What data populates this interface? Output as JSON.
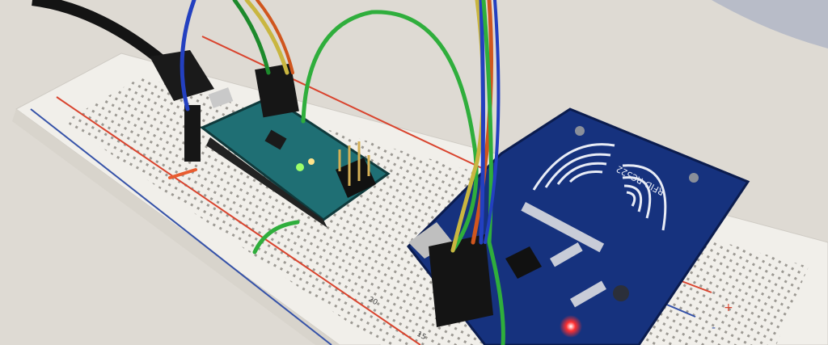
{
  "scene": {
    "rfid_label": "RFID-RC522",
    "row_numbers": [
      "20",
      "15"
    ],
    "rail_plus": "+",
    "rail_minus": "-"
  },
  "colors": {
    "table": "#dedad3",
    "breadboard": "#f1efea",
    "rail_red": "#d9442e",
    "rail_blue": "#3552a8",
    "arduino_pcb": "#1f6f74",
    "rfid_pcb": "#16327e",
    "wire_green": "#2fae3c",
    "wire_blue": "#2340c0",
    "wire_yellow": "#c9b640",
    "wire_orange": "#d0561e",
    "led_red": "#ff3030"
  }
}
